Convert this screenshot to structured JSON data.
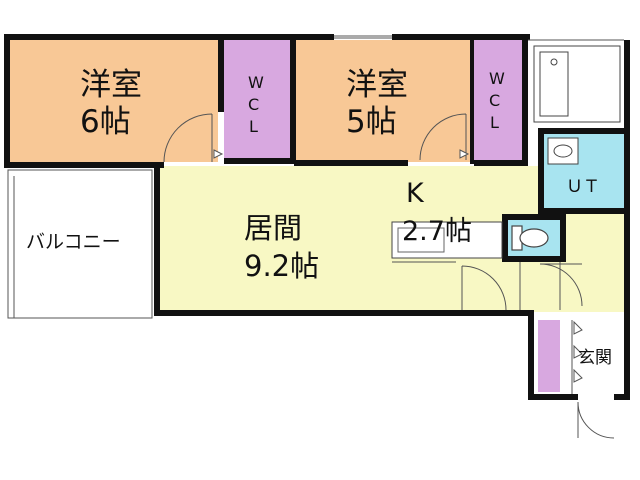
{
  "colors": {
    "western_room": "#F8C896",
    "closet": "#D8A8E0",
    "living": "#F8F8C4",
    "unit_bath": "#A8E4F0",
    "balcony": "#FFFFFF",
    "hall": "#F8F8C4",
    "wall": "#111111"
  },
  "rooms": {
    "room1": {
      "name": "洋室",
      "size": "6帖"
    },
    "room2": {
      "name": "洋室",
      "size": "5帖"
    },
    "wcl1": {
      "l1": "W",
      "l2": "C",
      "l3": "L"
    },
    "wcl2": {
      "l1": "W",
      "l2": "C",
      "l3": "L"
    },
    "living": {
      "name": "居間",
      "size": "9.2帖"
    },
    "kitchen": {
      "name": "K",
      "size": "2.7帖"
    },
    "ut": {
      "name": "ＵＴ"
    },
    "balcony": {
      "name": "バルコニー"
    },
    "entrance": {
      "name": "玄関"
    }
  },
  "icons": [
    "bathtub-icon",
    "washbasin-icon",
    "toilet-icon",
    "door-swing-icon",
    "kitchen-counter-icon"
  ]
}
